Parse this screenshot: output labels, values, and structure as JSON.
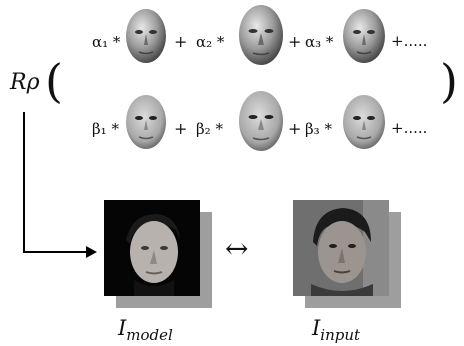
{
  "title_expression": {
    "rotation_symbol": "Rρ",
    "open_paren": "(",
    "close_paren": ")"
  },
  "shape_row": {
    "coefficients": [
      "α₁ *",
      "α₂ *",
      "α₃ *"
    ],
    "plus": "+",
    "continuation": "+....."
  },
  "texture_row": {
    "coefficients": [
      "β₁ *",
      "β₂ *",
      "β₃ *"
    ],
    "plus": "+",
    "continuation": "+....."
  },
  "comparison": {
    "double_arrow": "↔"
  },
  "captions": {
    "model_main": "I",
    "model_sub": "model",
    "input_main": "I",
    "input_sub": "input"
  }
}
